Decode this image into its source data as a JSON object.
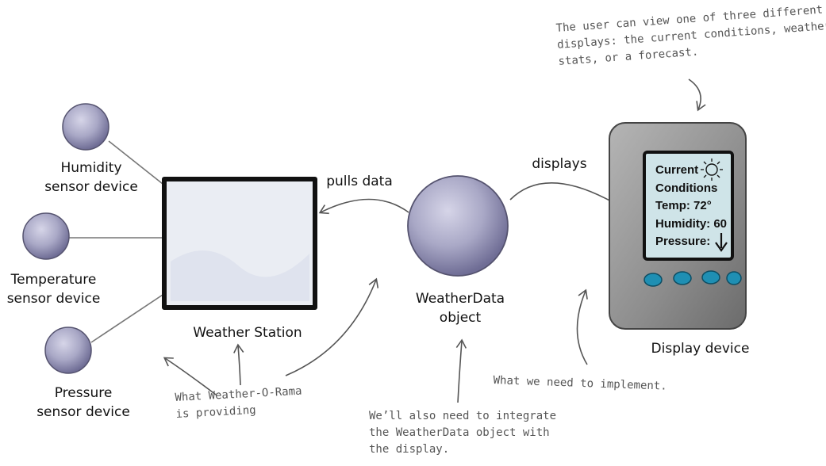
{
  "sensors": {
    "humidity": {
      "line1": "Humidity",
      "line2": "sensor device"
    },
    "temperature": {
      "line1": "Temperature",
      "line2": "sensor device"
    },
    "pressure": {
      "line1": "Pressure",
      "line2": "sensor device"
    }
  },
  "station": {
    "label": "Weather Station"
  },
  "weatherdata": {
    "line1": "WeatherData",
    "line2": "object"
  },
  "arrows": {
    "pulls_data": "pulls data",
    "displays": "displays"
  },
  "display_device": {
    "label": "Display device",
    "screen": {
      "title1": "Current",
      "title2": "Conditions",
      "temp": "Temp: 72°",
      "humidity": "Humidity: 60",
      "pressure": "Pressure:"
    }
  },
  "notes": {
    "top": [
      "The user can view one of three different",
      "displays: the current conditions, weather",
      "stats, or a forecast."
    ],
    "provided": [
      "What Weather-O-Rama",
      "is providing"
    ],
    "integrate": [
      "We’ll also need to integrate",
      "the WeatherData object with",
      "the display."
    ],
    "implement": "What we need to implement."
  },
  "colors": {
    "sphere": "#a9a8c6",
    "sphere_dark": "#6f6d95",
    "screen": "#cfe4e8",
    "device": "#8c8c8c",
    "button": "#1f8fb3"
  }
}
